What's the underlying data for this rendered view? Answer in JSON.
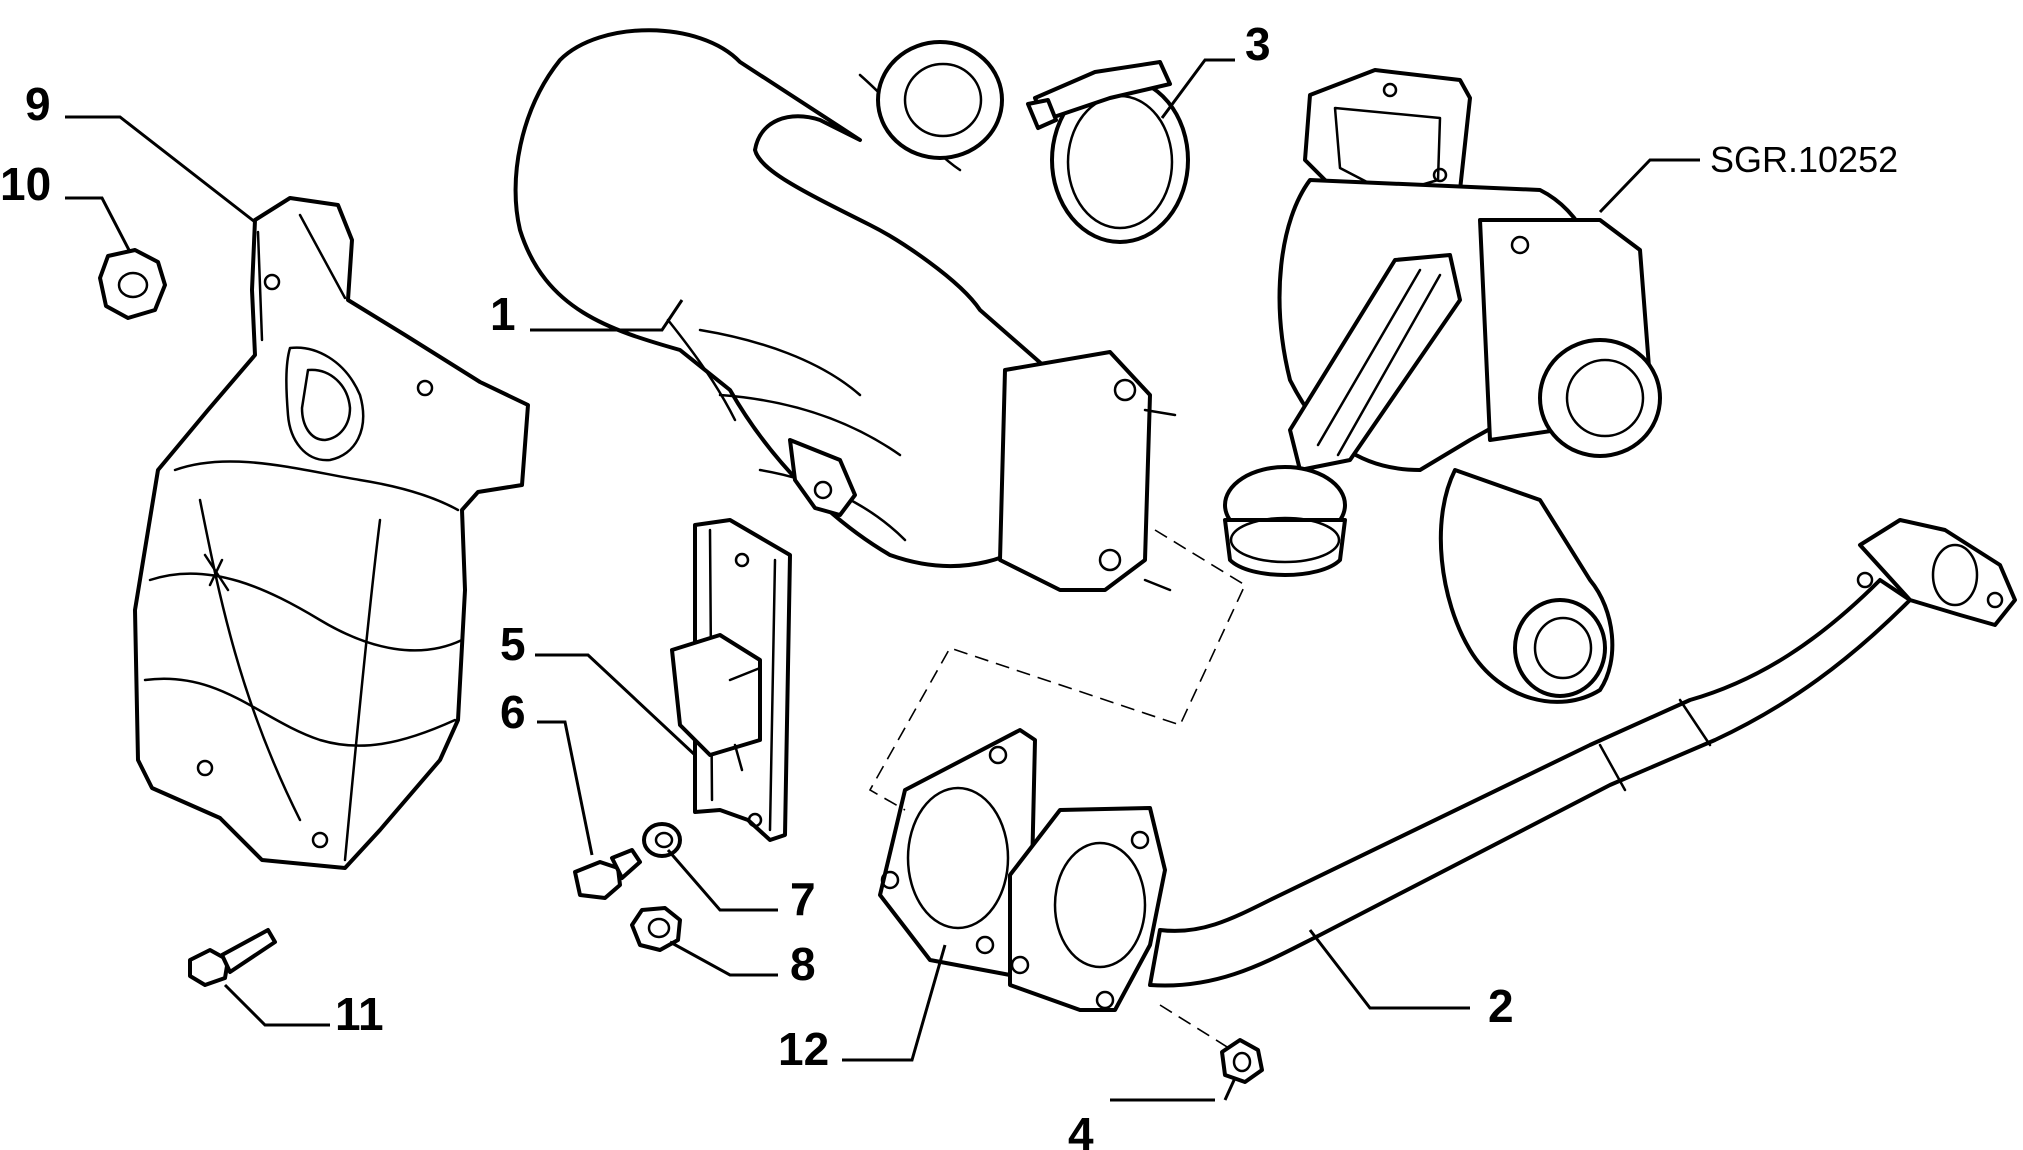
{
  "diagram": {
    "reference_code": "SGR.10252",
    "callouts": [
      "1",
      "2",
      "3",
      "4",
      "5",
      "6",
      "7",
      "8",
      "9",
      "10",
      "11",
      "12"
    ]
  }
}
